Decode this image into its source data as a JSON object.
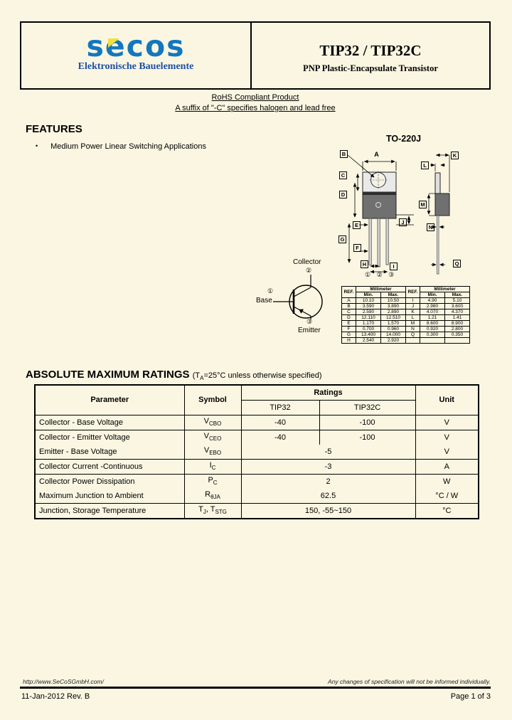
{
  "header": {
    "logo_text": "secos",
    "logo_subtitle": "Elektronische Bauelemente",
    "title": "TIP32 / TIP32C",
    "subtitle": "PNP Plastic-Encapsulate Transistor"
  },
  "notices": {
    "line1": "RoHS Compliant Product",
    "line2": "A suffix of \"-C\" specifies halogen and lead free"
  },
  "features": {
    "heading": "FEATURES",
    "bullet": "•",
    "items": [
      "Medium Power Linear Switching Applications"
    ]
  },
  "package": {
    "name": "TO-220J",
    "pins": "① ② ③",
    "labels": {
      "A": "A",
      "B": "B",
      "C": "C",
      "D": "D",
      "E": "E",
      "F": "F",
      "G": "G",
      "H": "H",
      "I": "I",
      "J": "J",
      "K": "K",
      "L": "L",
      "M": "M",
      "N": "N",
      "Q": "Q"
    },
    "dim_table": {
      "col_ref": "REF.",
      "col_mm": "Millimeter",
      "col_min": "Min.",
      "col_max": "Max.",
      "rows": [
        {
          "ref": "A",
          "min": "10.10",
          "max": "10.50",
          "ref2": "I",
          "min2": "4.90",
          "max2": "5.10"
        },
        {
          "ref": "B",
          "min": "3.590",
          "max": "3.890",
          "ref2": "J",
          "min2": "2.980",
          "max2": "3.600"
        },
        {
          "ref": "C",
          "min": "2.590",
          "max": "2.890",
          "ref2": "K",
          "min2": "4.070",
          "max2": "4.370"
        },
        {
          "ref": "D",
          "min": "12.110",
          "max": "12.510",
          "ref2": "L",
          "min2": "1.21",
          "max2": "1.41"
        },
        {
          "ref": "E",
          "min": "1.170",
          "max": "1.570",
          "ref2": "M",
          "min2": "8.600",
          "max2": "8.900"
        },
        {
          "ref": "F",
          "min": "0.700",
          "max": "0.960",
          "ref2": "N",
          "min2": "0.920",
          "max2": "2.800"
        },
        {
          "ref": "G",
          "min": "13.400",
          "max": "14.000",
          "ref2": "Q",
          "min2": "0.300",
          "max2": "0.350"
        },
        {
          "ref": "H",
          "min": "2.540",
          "max": "2.920",
          "ref2": "",
          "min2": "",
          "max2": ""
        }
      ]
    }
  },
  "symbol": {
    "collector": "Collector",
    "base": "Base",
    "emitter": "Emitter",
    "pin1": "①",
    "pin2": "②",
    "pin3": "③"
  },
  "ratings": {
    "heading": "ABSOLUTE MAXIMUM RATINGS",
    "cond_pre": "(T",
    "cond_sub": "A",
    "cond_post": "=25°C unless otherwise specified)",
    "table": {
      "col_parameter": "Parameter",
      "col_symbol": "Symbol",
      "col_ratings": "Ratings",
      "col_tip32": "TIP32",
      "col_tip32c": "TIP32C",
      "col_unit": "Unit",
      "rows": [
        {
          "parameter": "Collector - Base Voltage",
          "sym": "V",
          "sub": "CBO",
          "tip32": "-40",
          "tip32c": "-100",
          "unit": "V"
        },
        {
          "parameter": "Collector - Emitter Voltage",
          "sym": "V",
          "sub": "CEO",
          "tip32": "-40",
          "tip32c": "-100",
          "unit": "V"
        },
        {
          "parameter": "Emitter - Base Voltage",
          "sym": "V",
          "sub": "EBO",
          "value": "-5",
          "unit": "V"
        },
        {
          "parameter": "Collector Current -Continuous",
          "sym": "I",
          "sub": "C",
          "value": "-3",
          "unit": "A"
        },
        {
          "parameter": "Collector Power Dissipation",
          "sym": "P",
          "sub": "C",
          "value": "2",
          "unit": "W"
        },
        {
          "parameter": "Maximum Junction to Ambient",
          "sym": "R",
          "sub": "θJA",
          "value": "62.5",
          "unit": "°C / W"
        },
        {
          "parameter": "Junction, Storage Temperature",
          "sym": "T",
          "sub": "J",
          "sym2": ", T",
          "sub2": "STG",
          "value": "150, -55~150",
          "unit": "°C"
        }
      ]
    }
  },
  "footer": {
    "url": "http://www.SeCoSGmbH.com/",
    "note": "Any changes of specification will not be informed individually.",
    "date": "11-Jan-2012 Rev. B",
    "page": "Page 1 of 3"
  }
}
